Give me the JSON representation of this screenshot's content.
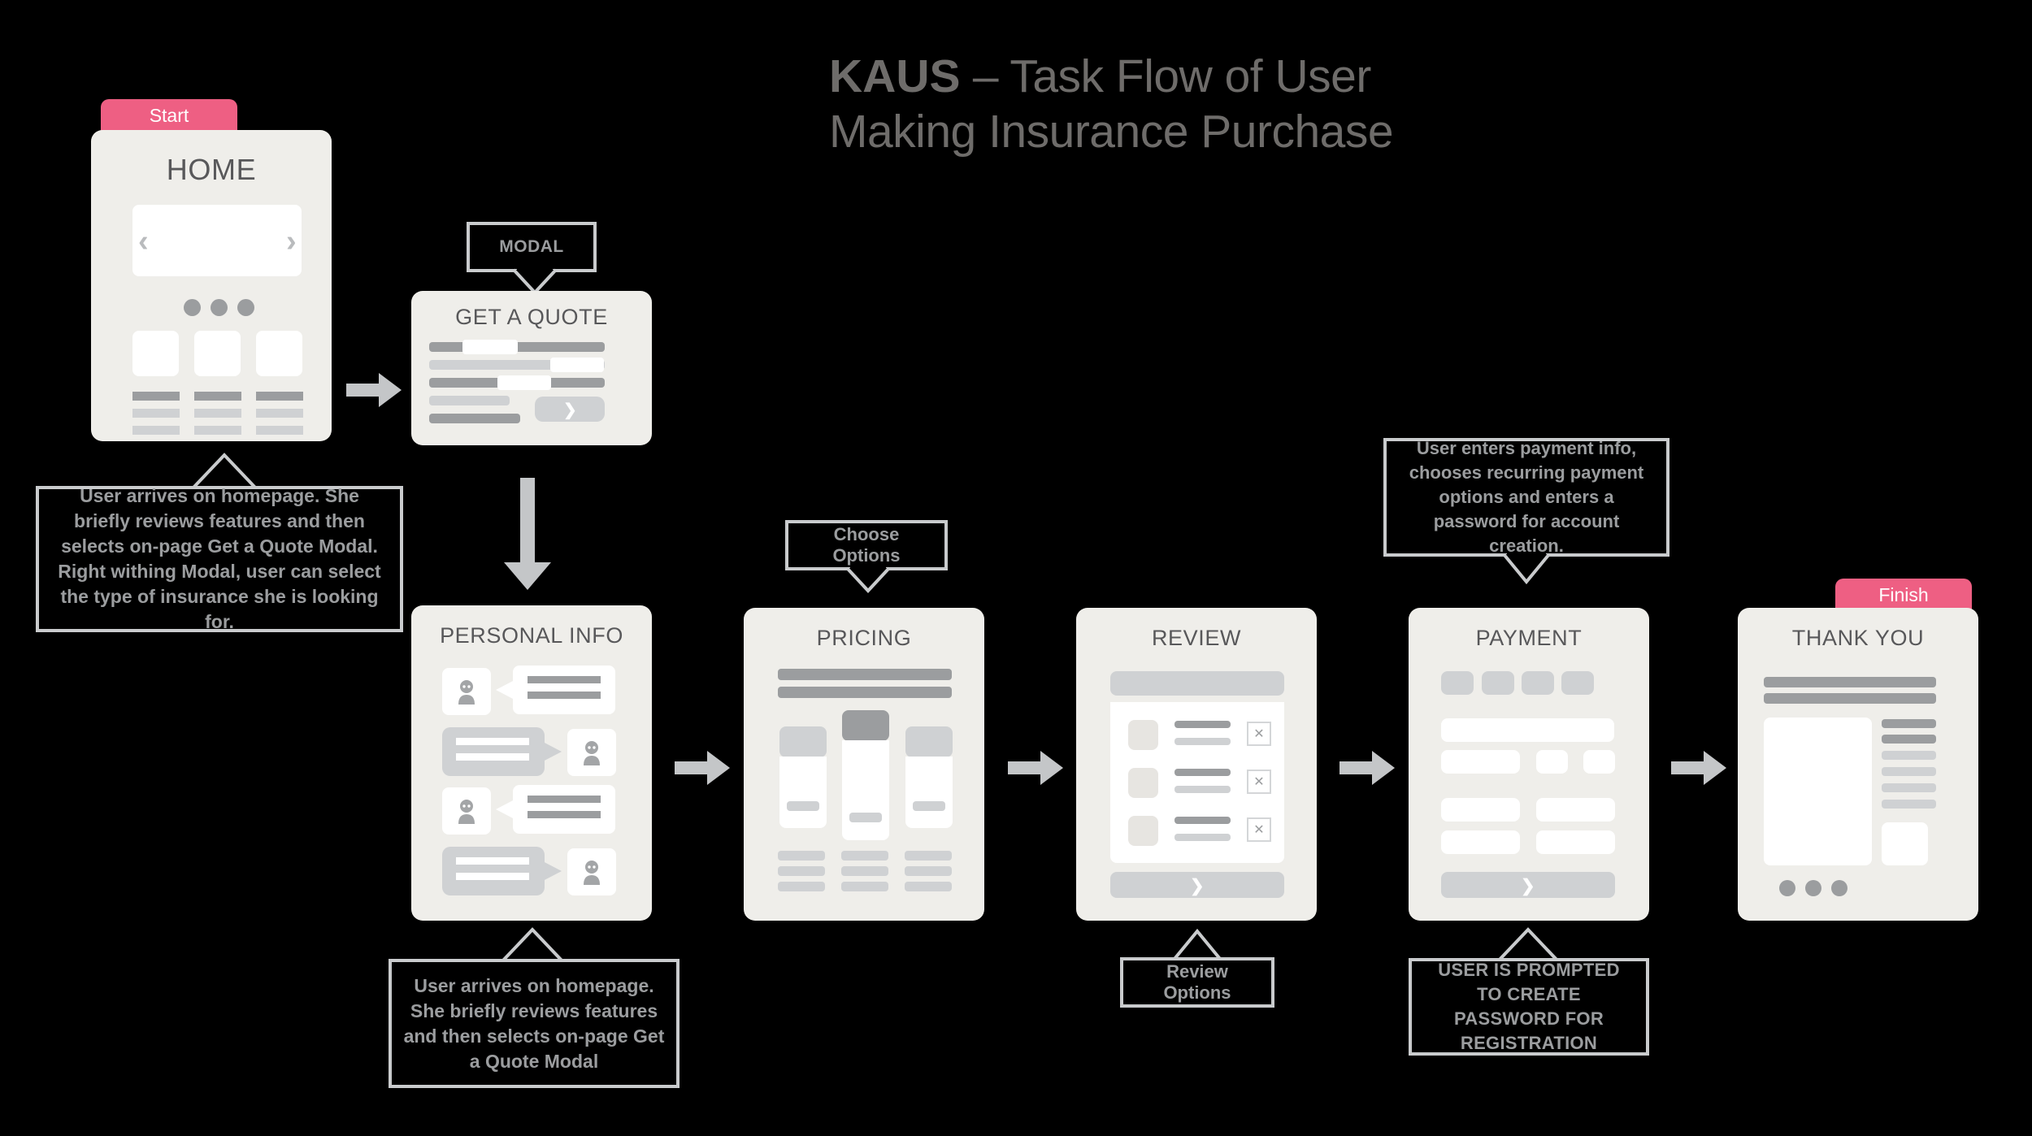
{
  "title": {
    "brand": "KAUS",
    "rest": " – Task Flow of User",
    "line2": "Making Insurance Purchase"
  },
  "colors": {
    "background": "#000000",
    "card": "#efeeea",
    "accent_pink": "#ee5f83",
    "text_gray": "#6e6c6a",
    "bar_dark": "#9b9d9f",
    "bar_light": "#cfd1d3",
    "arrow": "#c4c6c8"
  },
  "badges": {
    "start": "Start",
    "finish": "Finish"
  },
  "screens": [
    {
      "id": "home",
      "title": "HOME"
    },
    {
      "id": "quote",
      "title": "GET A QUOTE"
    },
    {
      "id": "personal",
      "title": "PERSONAL INFO"
    },
    {
      "id": "pricing",
      "title": "PRICING"
    },
    {
      "id": "review",
      "title": "REVIEW"
    },
    {
      "id": "payment",
      "title": "PAYMENT"
    },
    {
      "id": "thanks",
      "title": "THANK YOU"
    }
  ],
  "callouts": {
    "modal": "MODAL",
    "home_note": "User arrives on homepage.  She briefly reviews features and then selects on-page Get a Quote Modal.  Right withing Modal, user can select the type of insurance she is looking for.",
    "personal_note": "User arrives on homepage.  She briefly reviews features and then selects on-page Get a Quote Modal",
    "choose_options": "Choose Options",
    "review_options": "Review Options",
    "payment_note": "User enters payment info, chooses recurring payment options and enters a password for account creation.",
    "password_note": "USER IS PROMPTED TO CREATE PASSWORD FOR REGISTRATION"
  },
  "icons": {
    "prev": "‹",
    "next": "›",
    "cta": "❯",
    "remove": "✕"
  }
}
